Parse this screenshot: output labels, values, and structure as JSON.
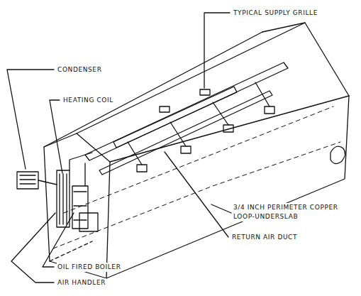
{
  "diagram": {
    "labels": [
      "TYPICAL SUPPLY GRILLE",
      "CONDENSER",
      "HEATING COIL",
      "3/4 INCH PERIMETER COPPER LOOP-UNDERSLAB",
      "RETURN AIR DUCT",
      "OIL FIRED BOILER",
      "AIR HANDLER"
    ]
  }
}
